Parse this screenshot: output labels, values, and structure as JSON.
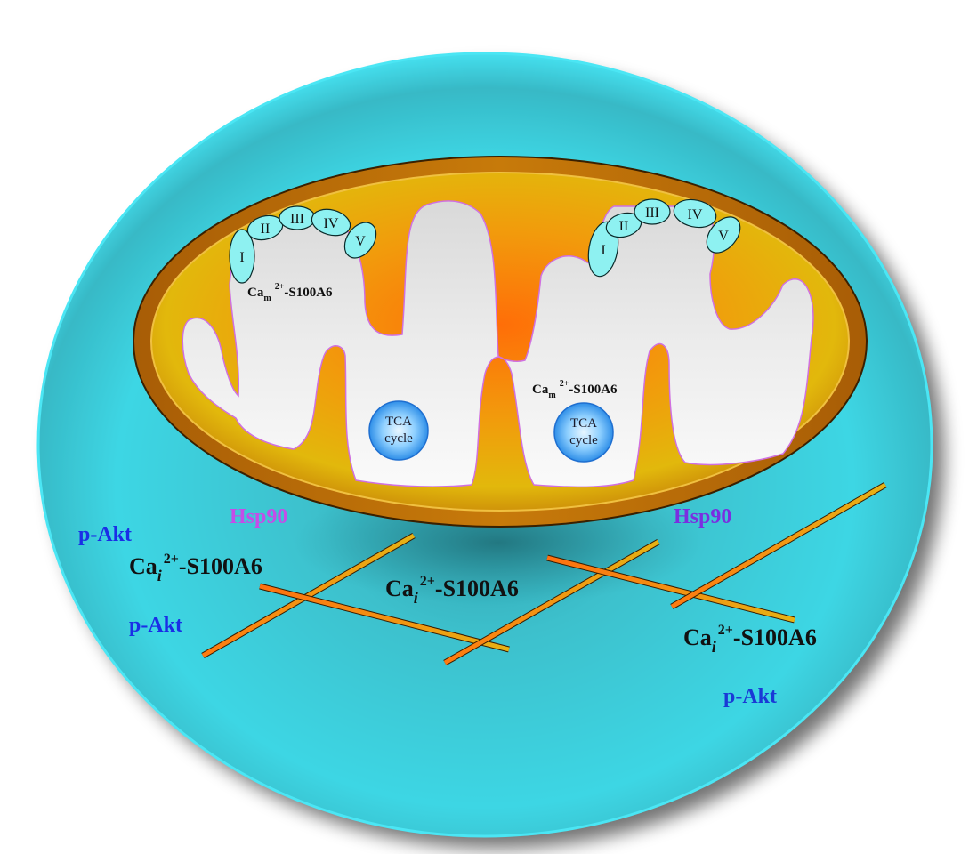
{
  "figure": {
    "description": "Schematic of a cell containing a mitochondrion with cristae, respiratory complexes I-V, TCA cycle, and cytosolic S100A6/Hsp90/p-Akt interactions along filaments",
    "colors": {
      "cell_fill": "#3fc6d4",
      "cell_edge": "#3ad9e6",
      "mito_outer": "#b8690a",
      "mito_inner": "#e0a510",
      "mito_hot": "#ff7a0a",
      "matrix": "#ececec",
      "complex_fill": "#8ef1f1",
      "tca_fill": "#3fa8f0",
      "hsp90_left": "#c44de8",
      "hsp90_right": "#7a2fe0",
      "pakt": "#1a2ee6",
      "ca_text": "#111111",
      "filament": "#f08a10"
    }
  },
  "mitochondrion": {
    "complexes_left": [
      "I",
      "II",
      "III",
      "IV",
      "V"
    ],
    "complexes_right": [
      "I",
      "II",
      "III",
      "IV",
      "V"
    ],
    "cam_label_left": {
      "base": "Ca",
      "sub": "m",
      "sup": "2+",
      "suffix": "-S100A6"
    },
    "cam_label_right": {
      "base": "Ca",
      "sub": "m",
      "sup": "2+",
      "suffix": "-S100A6"
    },
    "tca_left": {
      "line1": "TCA",
      "line2": "cycle"
    },
    "tca_right": {
      "line1": "TCA",
      "line2": "cycle"
    }
  },
  "cytosol": {
    "hsp90_left": "Hsp90",
    "hsp90_right": "Hsp90",
    "pakt_top_left": "p-Akt",
    "pakt_mid_left": "p-Akt",
    "pakt_bottom_right": "p-Akt",
    "cai_left": {
      "base": "Ca",
      "sub": "i",
      "sup": "2+",
      "suffix": "-S100A6"
    },
    "cai_center": {
      "base": "Ca",
      "sub": "i",
      "sup": "2+",
      "suffix": "-S100A6"
    },
    "cai_right": {
      "base": "Ca",
      "sub": "i",
      "sup": "2+",
      "suffix": "-S100A6"
    }
  }
}
